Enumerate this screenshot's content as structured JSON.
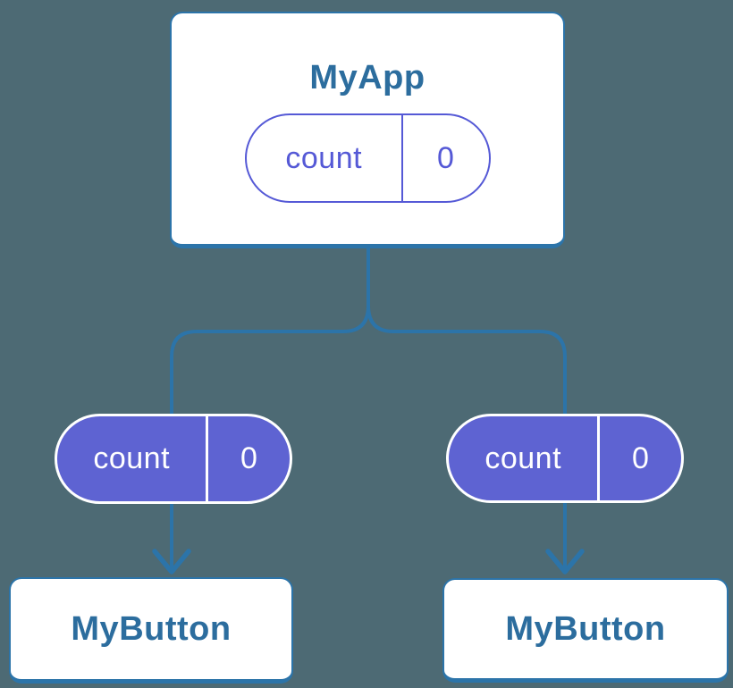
{
  "colors": {
    "background": "#4d6a74",
    "connector_blue": "#2c74a9",
    "node_border_blue": "#2c74a9",
    "node_text_blue": "#2c6d9e",
    "pill_fill_purple": "#5e63d2",
    "pill_outline_purple": "#5559d6",
    "white": "#ffffff"
  },
  "diagram": {
    "root": {
      "title": "MyApp",
      "state": {
        "name": "count",
        "value": "0"
      }
    },
    "children": [
      {
        "title": "MyButton",
        "prop": {
          "name": "count",
          "value": "0"
        }
      },
      {
        "title": "MyButton",
        "prop": {
          "name": "count",
          "value": "0"
        }
      }
    ]
  }
}
